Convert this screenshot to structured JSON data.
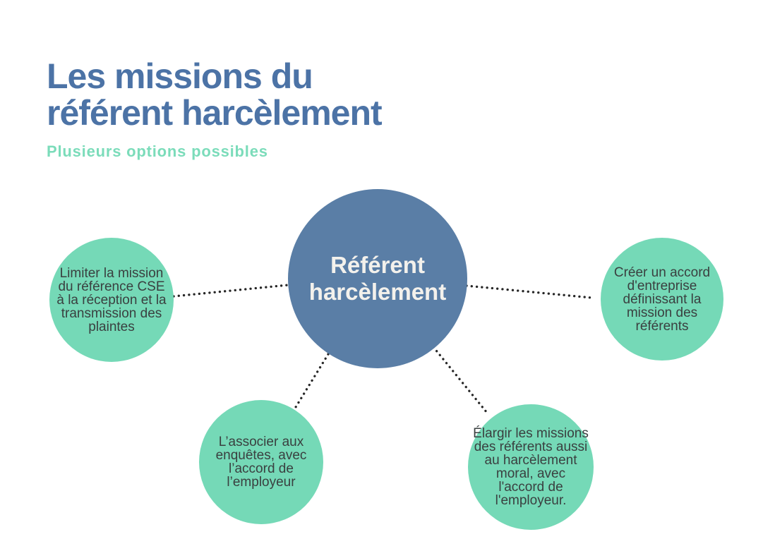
{
  "header": {
    "title_lines": [
      "Les missions du",
      "référent harcèlement"
    ],
    "subtitle": "Plusieurs options possibles"
  },
  "diagram": {
    "center_node": {
      "label": "Référent harcèlement"
    },
    "nodes": {
      "left": {
        "label": "Limiter la mission du référence CSE à la réception et la transmission des plaintes"
      },
      "right": {
        "label": "Créer un accord d'entreprise définissant la mission des référents"
      },
      "bottom_left": {
        "label": "L’associer aux enquêtes, avec l’accord de l’employeur"
      },
      "bottom_right": {
        "label": "Élargir les missions des référents aussi au harcèlement moral, avec l'accord de l'employeur."
      }
    },
    "connector_style": "dotted"
  },
  "colors": {
    "background": "#ffffff",
    "title_text": "#4c73a6",
    "subtitle_text": "#7bdcba",
    "center_circle_fill": "#5a7ea6",
    "center_circle_text": "#f3f1ec",
    "satellite_circle_fill": "#75d9b7",
    "satellite_circle_text": "#3a4040",
    "connector_dots": "#262626"
  }
}
